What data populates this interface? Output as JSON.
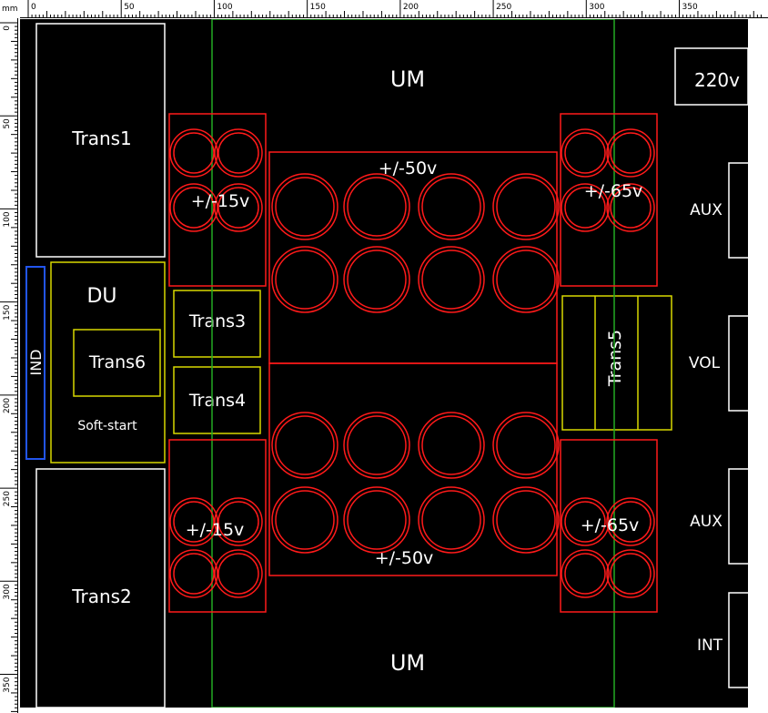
{
  "ruler": {
    "unit": "mm",
    "h_ticks": [
      "0",
      "50",
      "100",
      "150",
      "200",
      "250",
      "300",
      "350"
    ],
    "v_ticks": [
      "0",
      "50",
      "100",
      "150",
      "200",
      "250",
      "300",
      "350"
    ]
  },
  "colors": {
    "background": "#000000",
    "white": "#ffffff",
    "red": "#ff1a1a",
    "yellow": "#d8d800",
    "green": "#22aa22",
    "blue": "#2255ee"
  },
  "labels": {
    "trans1": "Trans1",
    "trans2": "Trans2",
    "trans3": "Trans3",
    "trans4": "Trans4",
    "trans5": "Trans5",
    "trans6": "Trans6",
    "du": "DU",
    "softstart": "Soft-start",
    "ind": "IND",
    "um_top": "UM",
    "um_bottom": "UM",
    "v220": "220v",
    "aux1": "AUX",
    "vol": "VOL",
    "aux2": "AUX",
    "int": "INT",
    "pm15_top": "+/-15v",
    "pm15_bottom": "+/-15v",
    "pm50_top": "+/-50v",
    "pm50_bottom": "+/-50v",
    "pm65_top": "+/-65v",
    "pm65_bottom": "+/-65v"
  }
}
